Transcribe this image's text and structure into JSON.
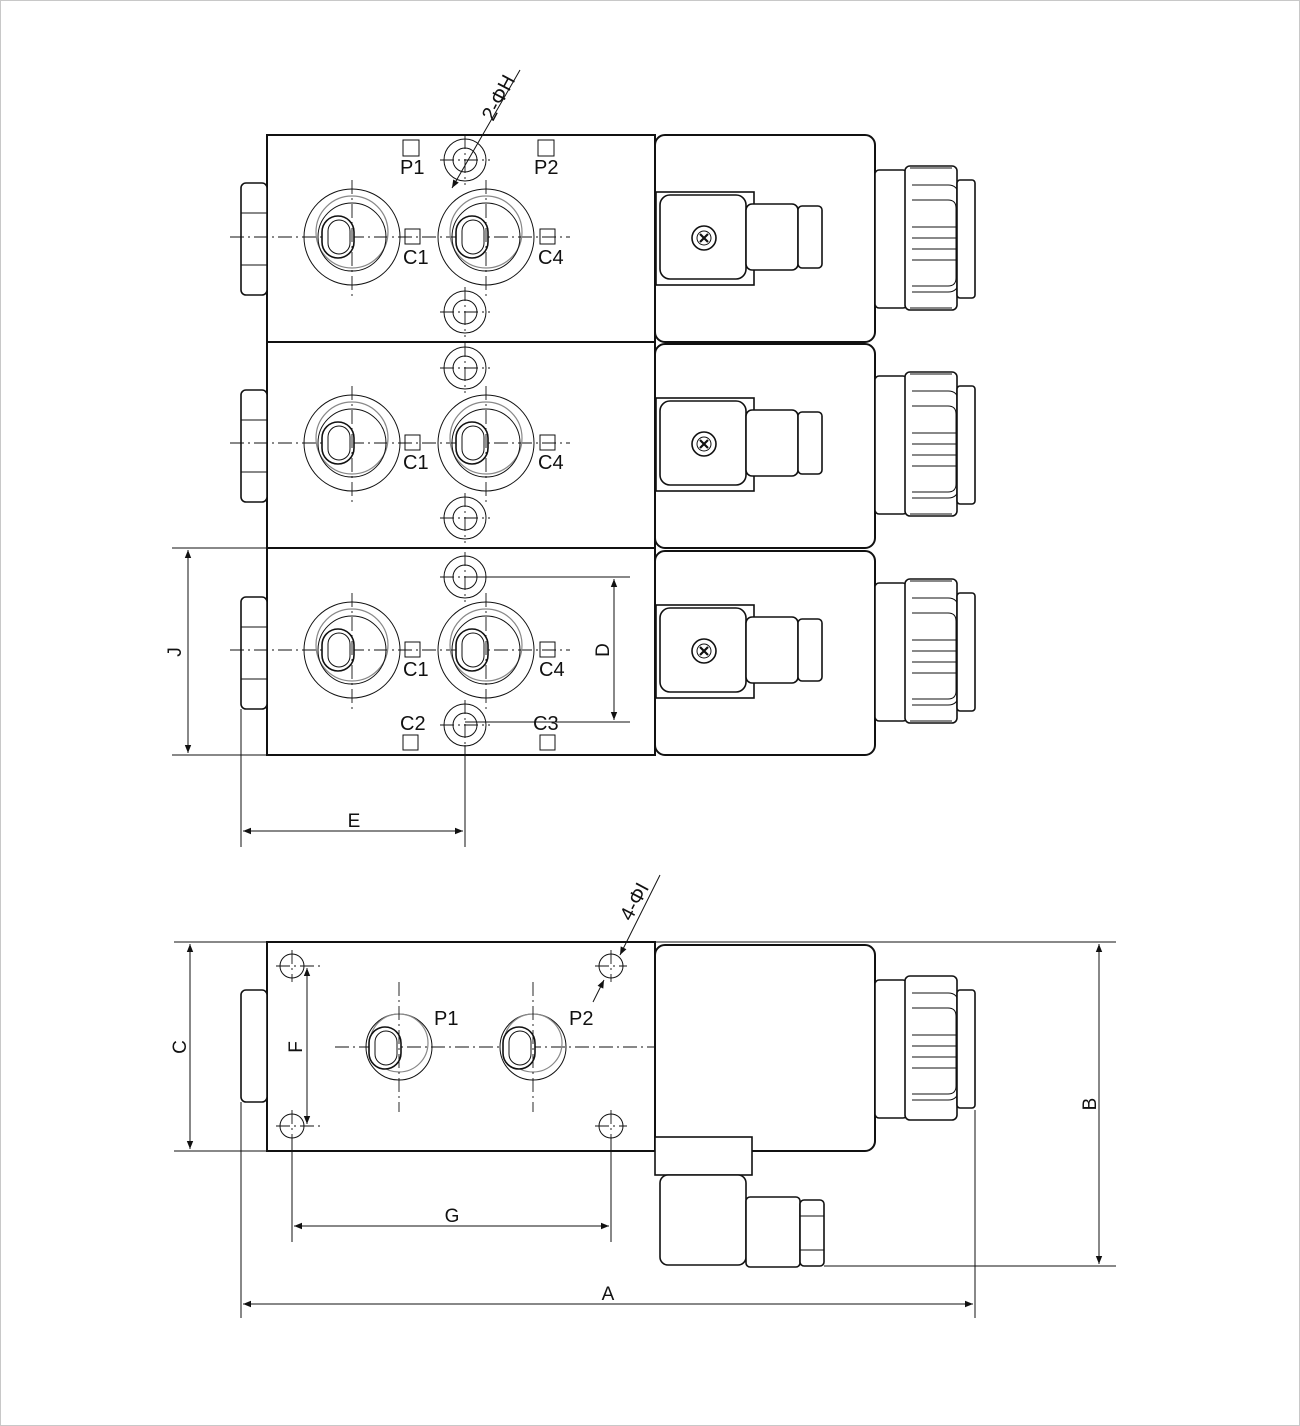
{
  "top_view": {
    "hole_callout": "2-ΦH",
    "blocks": [
      {
        "labels": [
          "P1",
          "P2",
          "C1",
          "C4"
        ]
      },
      {
        "labels": [
          "C1",
          "C4"
        ]
      },
      {
        "labels": [
          "C1",
          "C4",
          "C2",
          "C3"
        ]
      }
    ],
    "dimensions": {
      "j": "J",
      "d": "D",
      "e": "E"
    }
  },
  "side_view": {
    "hole_callout": "4-ΦI",
    "ports": [
      "P1",
      "P2"
    ],
    "dimensions": {
      "c": "C",
      "f": "F",
      "g": "G",
      "a": "A",
      "b": "B"
    }
  }
}
